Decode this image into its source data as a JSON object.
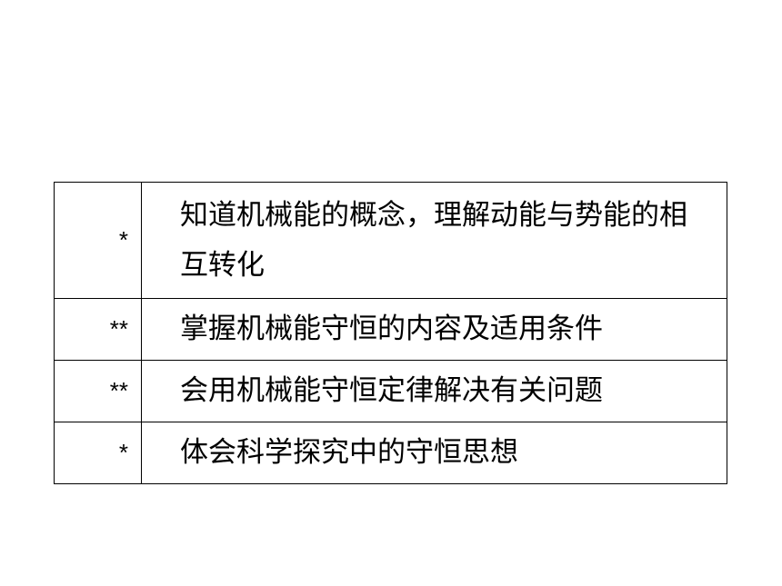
{
  "objectives": {
    "rows": [
      {
        "level": "*",
        "text": "知道机械能的概念，理解动能与势能的相互转化"
      },
      {
        "level": "**",
        "text": "掌握机械能守恒的内容及适用条件"
      },
      {
        "level": "**",
        "text": "会用机械能守恒定律解决有关问题"
      },
      {
        "level": "*",
        "text": "体会科学探究中的守恒思想"
      }
    ]
  }
}
